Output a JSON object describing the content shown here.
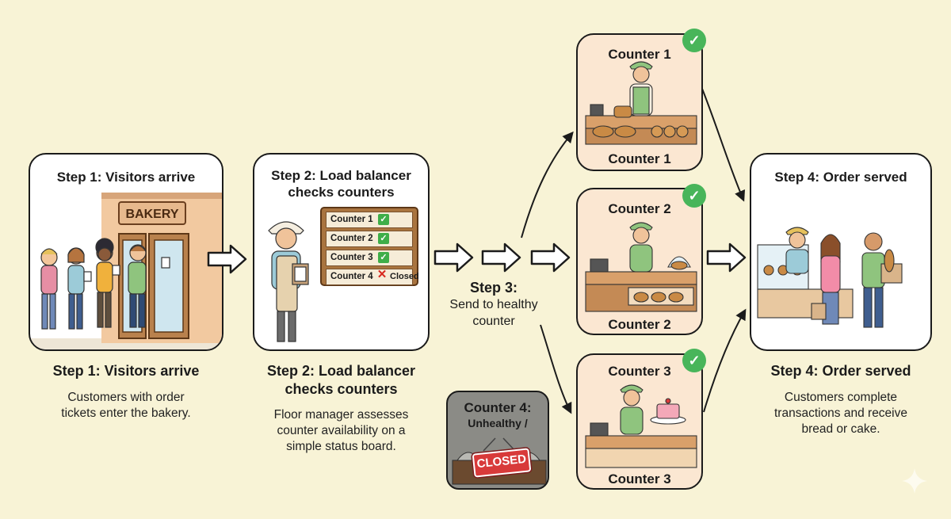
{
  "step1": {
    "card_title": "Step 1: Visitors arrive",
    "sign": "BAKERY",
    "title": "Step 1: Visitors arrive",
    "description_lines": [
      "Customers with order",
      "tickets enter the bakery."
    ]
  },
  "step2": {
    "card_title_lines": [
      "Step 2: Load balancer",
      "checks counters"
    ],
    "board": [
      {
        "label": "Counter 1",
        "mark": "✓",
        "status": ""
      },
      {
        "label": "Counter 2",
        "mark": "✓",
        "status": ""
      },
      {
        "label": "Counter 3",
        "mark": "✓",
        "status": ""
      },
      {
        "label": "Counter 4",
        "mark": "✕",
        "status": "Closed"
      }
    ],
    "title_lines": [
      "Step 2: Load balancer",
      "checks counters"
    ],
    "description_lines": [
      "Floor manager assesses",
      "counter availability on a",
      "simple status board."
    ]
  },
  "step3": {
    "title": "Step 3:",
    "description_lines": [
      "Send to healthy",
      "counter"
    ]
  },
  "counters": [
    {
      "top_label": "Counter 1",
      "bottom_label": "Counter 1",
      "badge": "✓"
    },
    {
      "top_label": "Counter 2",
      "bottom_label": "Counter 2",
      "badge": "✓"
    },
    {
      "top_label": "Counter 3",
      "bottom_label": "Counter 3",
      "badge": "✓"
    }
  ],
  "counter4": {
    "title": "Counter 4:",
    "subtitle": "Unhealthy /",
    "sign": "CLOSED"
  },
  "step4": {
    "card_title": "Step 4: Order served",
    "title": "Step 4: Order served",
    "description_lines": [
      "Customers complete",
      "transactions and receive",
      "bread or cake."
    ]
  },
  "colors": {
    "background": "#f8f3d6",
    "card_border": "#1b1b1b",
    "healthy_badge": "#48b55a",
    "closed_red": "#d83a3a",
    "counter_card_bg": "#fbe7d2",
    "unhealthy_card_bg": "#8b8b86"
  }
}
